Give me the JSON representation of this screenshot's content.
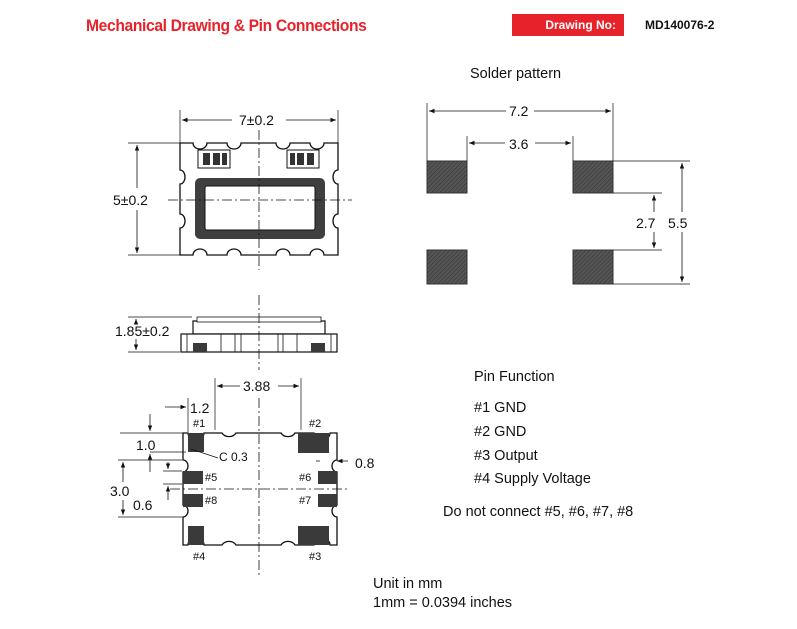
{
  "header": {
    "title": "Mechanical Drawing & Pin Connections",
    "drawing_no_label": "Drawing No:",
    "drawing_no_value": "MD140076-2"
  },
  "top_view": {
    "width_dim": "7±0.2",
    "height_dim": "5±0.2"
  },
  "side_view": {
    "height_dim": "1.85±0.2"
  },
  "bottom_view": {
    "dim_pitch": "3.88",
    "dim_pad_width": "1.2",
    "dim_pad_height": "1.0",
    "dim_chamfer": "C 0.3",
    "dim_inner_pad_right": "0.8",
    "dim_span": "3.0",
    "dim_inner_pad": "0.6",
    "pins": {
      "p1": "#1",
      "p2": "#2",
      "p3": "#3",
      "p4": "#4",
      "p5": "#5",
      "p6": "#6",
      "p7": "#7",
      "p8": "#8"
    }
  },
  "solder_pattern": {
    "title": "Solder pattern",
    "outer_width": "7.2",
    "inner_gap": "3.6",
    "inner_height": "2.7",
    "outer_height": "5.5"
  },
  "pin_function": {
    "title": "Pin Function",
    "items": [
      {
        "pin": "#1",
        "name": "GND"
      },
      {
        "pin": "#2",
        "name": "GND"
      },
      {
        "pin": "#3",
        "name": "Output"
      },
      {
        "pin": "#4",
        "name": "Supply Voltage"
      }
    ],
    "note": "Do not connect #5, #6, #7, #8"
  },
  "units": {
    "line1": "Unit in mm",
    "line2": "1mm = 0.0394 inches"
  },
  "colors": {
    "accent": "#e8222a",
    "pad": "#4a4a4a"
  }
}
